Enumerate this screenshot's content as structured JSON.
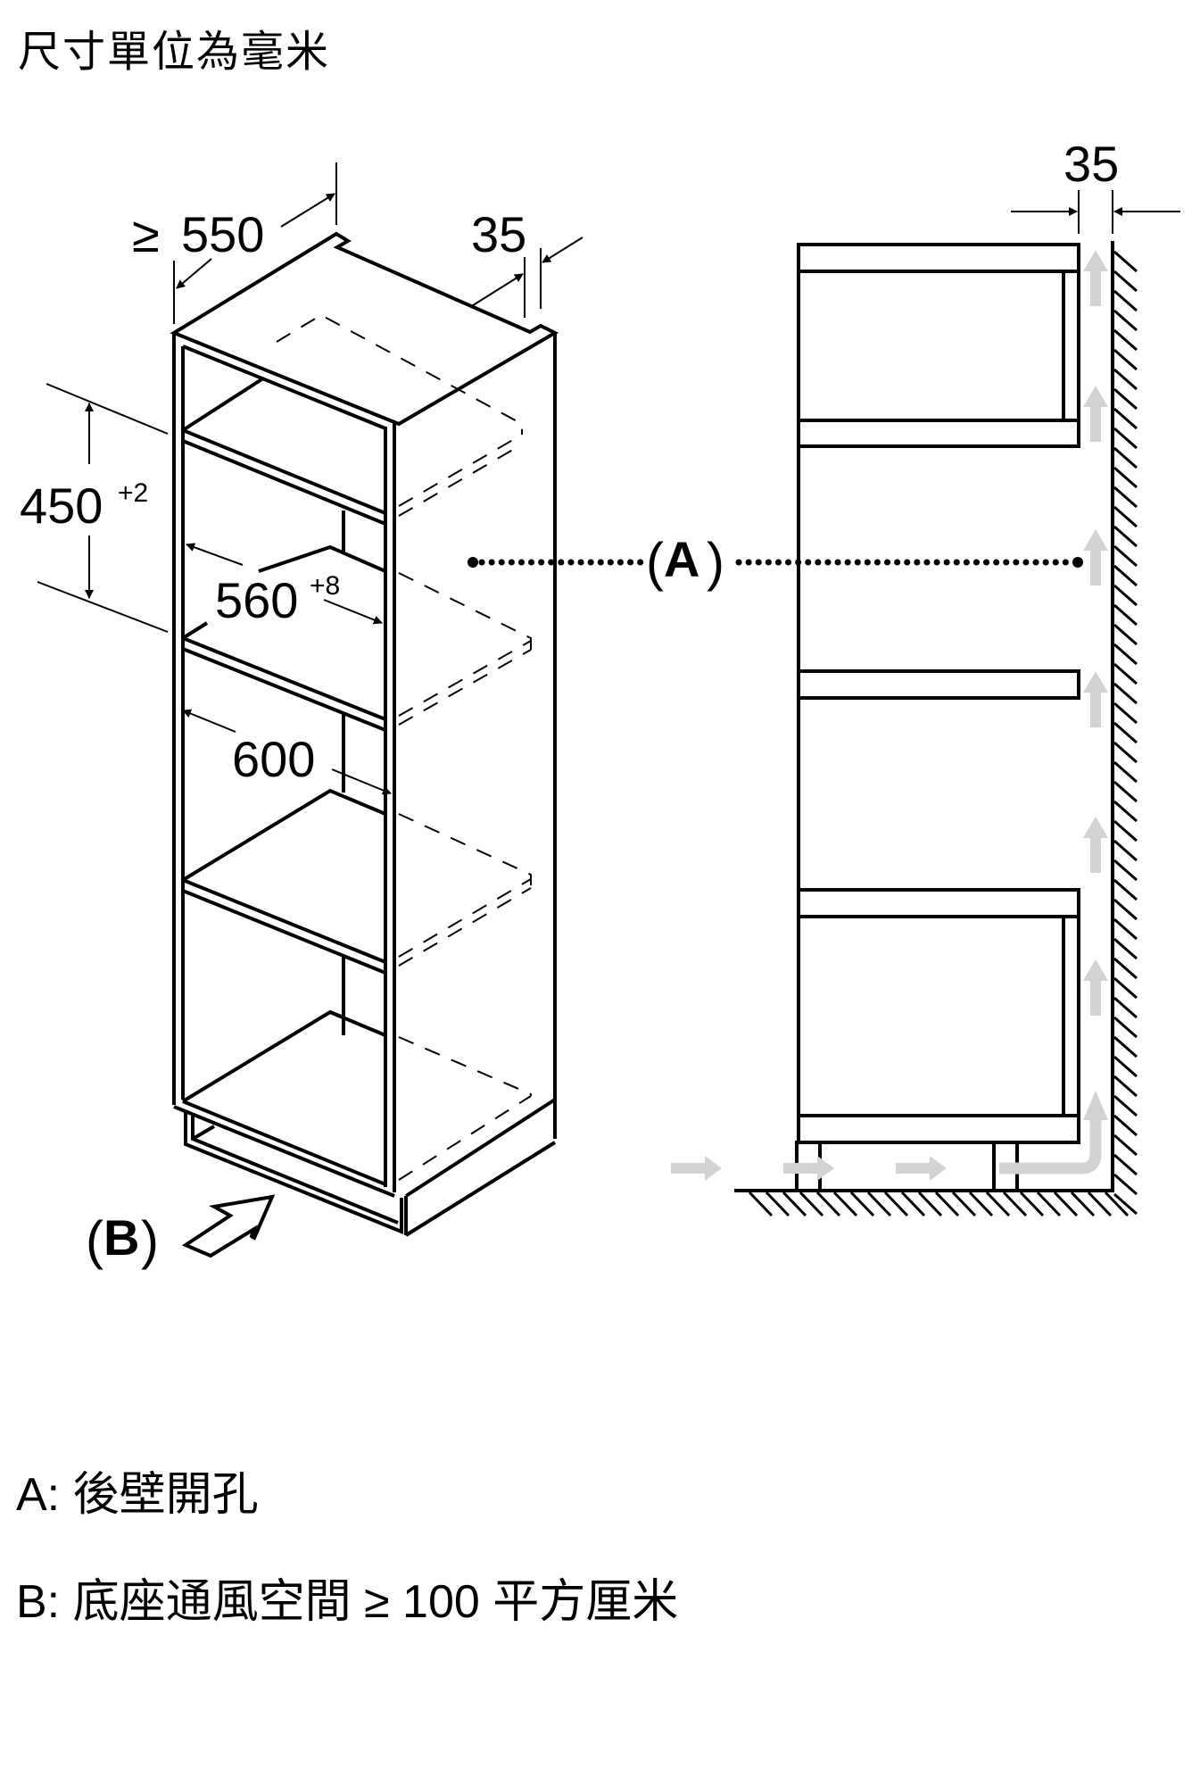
{
  "header": {
    "title": "尺寸單位為毫米"
  },
  "iso_view": {
    "dimensions": {
      "depth": {
        "prefix": "≥",
        "value": "550"
      },
      "rear_gap": {
        "value": "35"
      },
      "niche_height": {
        "value": "450",
        "tolerance": "+2"
      },
      "niche_width": {
        "value": "560",
        "tolerance": "+8"
      },
      "cabinet_width": {
        "value": "600"
      }
    },
    "callout_b": {
      "open": "(",
      "letter": "B",
      "close": ")"
    }
  },
  "side_view": {
    "dimensions": {
      "rear_gap": {
        "value": "35"
      }
    },
    "callout_a": {
      "open": "(",
      "letter": "A",
      "close": ")"
    },
    "airflow_color": "#d3d3d3"
  },
  "legend": [
    {
      "key": "A:",
      "text": "後壁開孔"
    },
    {
      "key": "B:",
      "text": "底座通風空間 ≥ 100 平方厘米"
    }
  ]
}
